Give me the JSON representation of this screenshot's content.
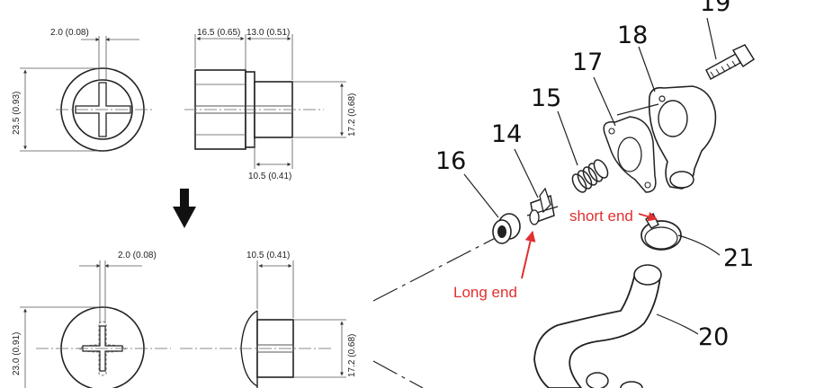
{
  "top_drawing": {
    "slot_width": "2.0 (0.08)",
    "length_a": "16.5 (0.65)",
    "length_b": "13.0 (0.51)",
    "diameter": "23.5 (0.93)",
    "shaft_diameter": "17.2 (0.68)",
    "shaft_length": "10.5 (0.41)"
  },
  "bottom_drawing": {
    "slot_width": "2.0 (0.08)",
    "shaft_length": "10.5 (0.41)",
    "diameter": "23.0 (0.91)",
    "shaft_diameter": "17.2 (0.68)"
  },
  "exploded_view": {
    "callouts": [
      "19",
      "18",
      "17",
      "15",
      "14",
      "16",
      "21",
      "20"
    ],
    "notes": {
      "short_end": "short end",
      "long_end": "Long end"
    },
    "colors": {
      "note": "#e03030",
      "line": "#222222"
    }
  }
}
